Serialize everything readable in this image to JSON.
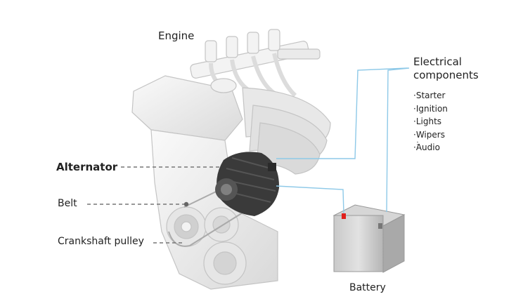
{
  "labels": {
    "engine": "Engine",
    "electrical_components": [
      "Electrical",
      "components"
    ],
    "alternator": "Alternator",
    "belt": "Belt",
    "crankshaft_pulley": "Crankshaft pulley",
    "battery": "Battery"
  },
  "electrical_components_list": [
    "Starter",
    "Ignition",
    "Lights",
    "Wipers",
    "Audio"
  ],
  "more_indicator": "⋮",
  "colors": {
    "wire": "#8ec9e8",
    "leader": "#777777",
    "terminal_positive": "#e0201c",
    "engine_body": "#eeeeee",
    "alternator_body": "#3a3a3a"
  }
}
